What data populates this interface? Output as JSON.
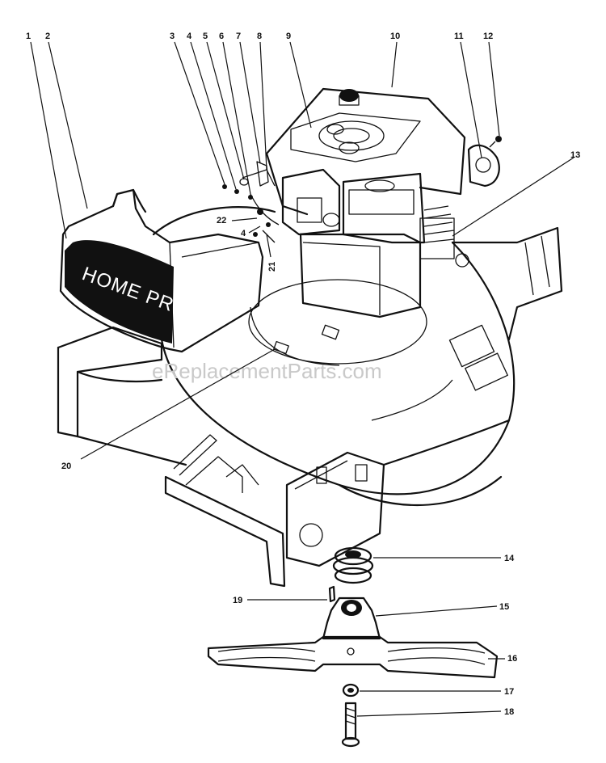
{
  "watermark": "eReplacementParts.com",
  "brand_plate": "HOME PRO",
  "callouts": {
    "c1": "1",
    "c2": "2",
    "c3": "3",
    "c4": "4",
    "c5": "5",
    "c6": "6",
    "c7": "7",
    "c8": "8",
    "c9": "9",
    "c10": "10",
    "c11": "11",
    "c12": "12",
    "c13": "13",
    "c14": "14",
    "c15": "15",
    "c16": "16",
    "c17": "17",
    "c18": "18",
    "c19": "19",
    "c20": "20",
    "c21": "21",
    "c22": "22",
    "c4b": "4"
  }
}
